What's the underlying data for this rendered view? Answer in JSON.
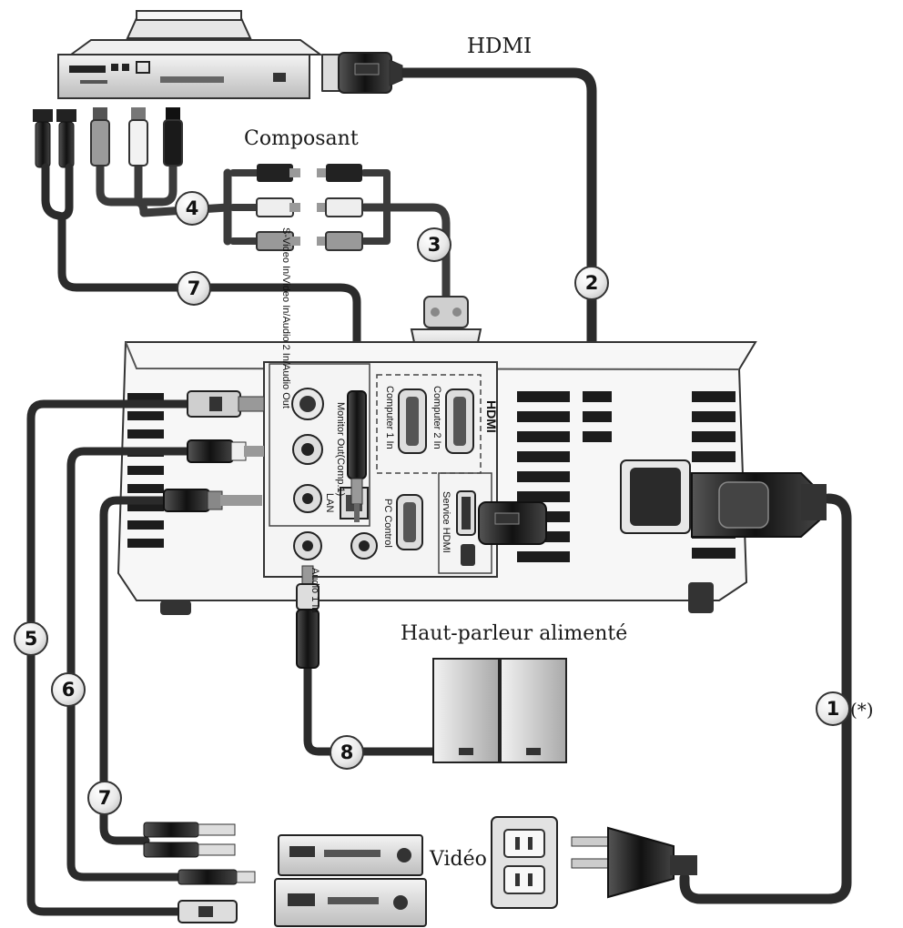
{
  "labels": {
    "hdmi": "HDMI",
    "composant": "Composant",
    "speaker": "Haut-parleur alimenté",
    "video": "Vidéo",
    "asterisk": "(*)"
  },
  "ports": {
    "top_strip": "S-Video In/Video In/Audio 2 In/Audio Out",
    "monitor_out": "Monitor Out(Comp.1)",
    "computer1": "Computer 1 In",
    "computer2": "Computer 2 In",
    "lan": "LAN",
    "pc_control": "PC Control",
    "service_hdmi": "Service HDMI",
    "audio1": "Audio 1 In",
    "hdmi_logo": "HDMI"
  },
  "callouts": [
    "1",
    "2",
    "3",
    "4",
    "5",
    "6",
    "7",
    "7",
    "8"
  ],
  "icons": {
    "dvd_player": "dvd-player-icon",
    "projector": "projector-icon",
    "speakers": "speaker-icon",
    "vcr": "vcr-icon",
    "outlet": "power-outlet-icon",
    "plug": "power-plug-icon"
  }
}
